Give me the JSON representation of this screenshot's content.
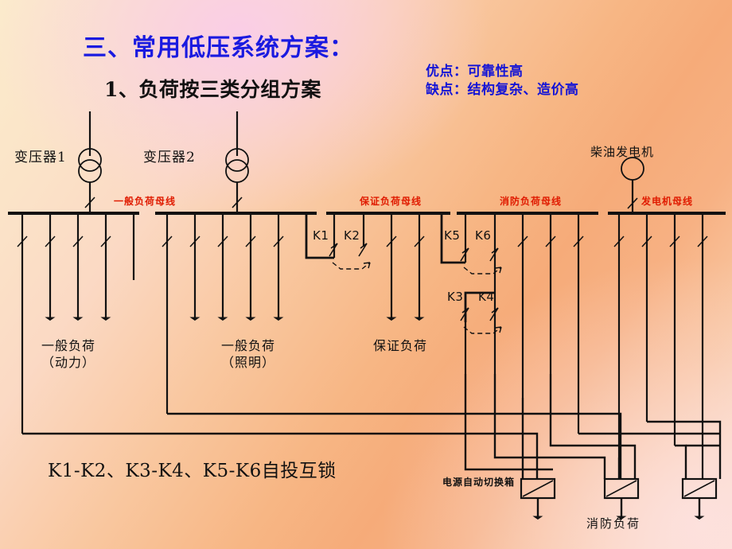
{
  "slide": {
    "title": "三、常用低压系统方案：",
    "subtitle": "1、负荷按三类分组方案",
    "merits": {
      "advantage": "优点：可靠性高",
      "disadvantage": "缺点：结构复杂、造价高"
    },
    "note": "K1-K2、K3-K4、K5-K6自投互锁"
  },
  "devices": {
    "transformer1": "变压器1",
    "transformer2": "变压器2",
    "generator": "柴油发电机"
  },
  "busbars": {
    "general": "一般负荷母线",
    "guaranteed": "保证负荷母线",
    "fire": "消防负荷母线",
    "generator": "发电机母线"
  },
  "switches": {
    "k1": "K1",
    "k2": "K2",
    "k3": "K3",
    "k4": "K4",
    "k5": "K5",
    "k6": "K6"
  },
  "loads": {
    "general_power_line1": "一般负荷",
    "general_power_line2": "（动力）",
    "general_light_line1": "一般负荷",
    "general_light_line2": "（照明）",
    "guaranteed": "保证负荷",
    "fire": "消防负荷"
  },
  "ats": {
    "label": "电源自动切换箱"
  },
  "colors": {
    "title_blue": "#1a1ae0",
    "merit_blue": "#1414d6",
    "bus_label_red": "#e01b00",
    "line_black": "#111111"
  }
}
